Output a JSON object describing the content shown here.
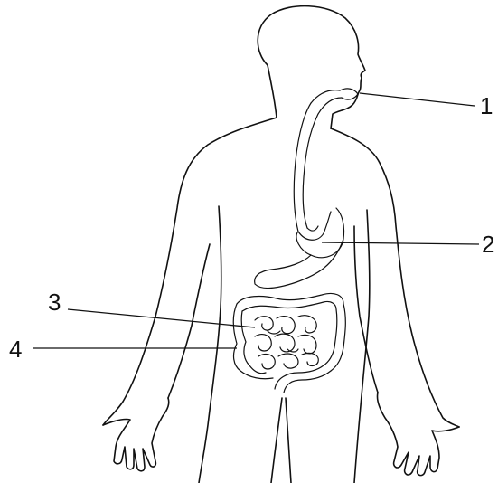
{
  "colors": {
    "line": "#111111",
    "background": "#ffffff"
  },
  "labels": [
    {
      "id": "1",
      "text": "1"
    },
    {
      "id": "2",
      "text": "2"
    },
    {
      "id": "3",
      "text": "3"
    },
    {
      "id": "4",
      "text": "4"
    }
  ]
}
